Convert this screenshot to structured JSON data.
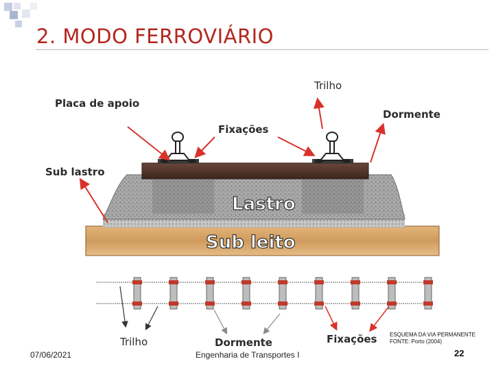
{
  "slide": {
    "title": "2. MODO FERROVIÁRIO",
    "page_number": "22",
    "footer_date": "07/06/2021",
    "footer_course": "Engenharia de Transportes I"
  },
  "section_view": {
    "label_trilho": "Trilho",
    "label_placa_de_apoio": "Placa de apoio",
    "label_fixacoes": "Fixações",
    "label_dormente": "Dormente",
    "label_sub_lastro": "Sub lastro",
    "layer_lastro": "Lastro",
    "layer_sub_leito": "Sub leito"
  },
  "plan_view": {
    "label_trilho": "Trilho",
    "label_dormente": "Dormente",
    "label_fixacoes": "Fixações",
    "sleeper_count": 9
  },
  "caption": {
    "line1": "ESQUEMA DA VIA PERMANENTE",
    "line2": "FONTE: Porto (2004)"
  },
  "colors": {
    "title": "#b3261e",
    "arrow": "#d9322b",
    "arrow_gray": "#8a8a8a",
    "subleito": "#d7a568",
    "sleeper_dark": "#4a2f24",
    "ballast": "#9e9e9e"
  }
}
